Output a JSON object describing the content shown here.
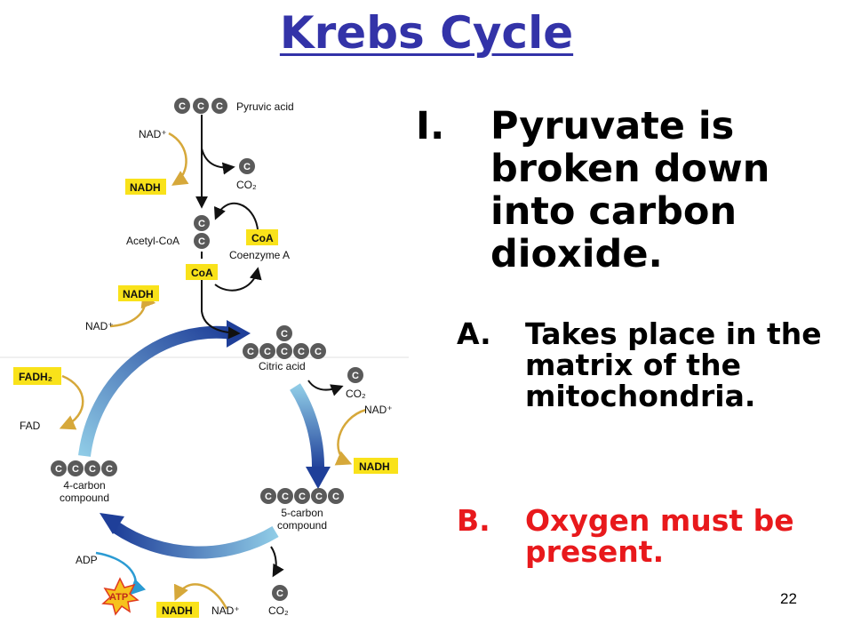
{
  "title": "Krebs Cycle",
  "outline": {
    "main_number": "I.",
    "main_text": "Pyruvate is broken down into carbon dioxide.",
    "sub_a_number": "A.",
    "sub_a_text": "Takes place in the matrix of the mitochondria.",
    "sub_b_number": "B.",
    "sub_b_text": "Oxygen must be present."
  },
  "page_number": "22",
  "diagram": {
    "carbon_letter": "C",
    "labels": {
      "pyruvic_acid": "Pyruvic acid",
      "nad_top": "NAD⁺",
      "nadh_top": "NADH",
      "co2_1": "CO₂",
      "acetyl_coa": "Acetyl-CoA",
      "coa_box": "CoA",
      "coenzyme_a": "Coenzyme A",
      "coa_box_2": "CoA",
      "nadh_left": "NADH",
      "nad_left": "NAD⁺",
      "citric_acid": "Citric acid",
      "fadh2": "FADH₂",
      "fad": "FAD",
      "co2_2": "CO₂",
      "nad_right": "NAD⁺",
      "nadh_right": "NADH",
      "four_carbon_1": "4-carbon",
      "four_carbon_2": "compound",
      "five_carbon_1": "5-carbon",
      "five_carbon_2": "compound",
      "adp": "ADP",
      "atp": "ATP",
      "nadh_bottom": "NADH",
      "nad_bottom": "NAD⁺",
      "co2_3": "CO₂"
    }
  },
  "colors": {
    "title": "#3333a8",
    "highlight_text": "#e8191c",
    "yellow_box": "#f9e21a",
    "carbon_ball": "#5a5a5a",
    "gold_arrow": "#d6a83a",
    "cycle_blue_dark": "#1f3f99",
    "cycle_blue_light": "#8fcbe6",
    "atp_star": "#f6c21c"
  }
}
